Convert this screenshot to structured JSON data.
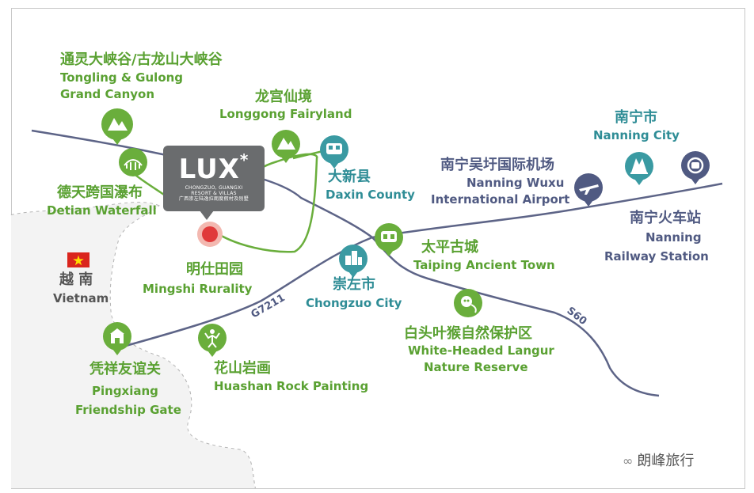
{
  "places": {
    "tongling": {
      "zh": "通灵大峡谷/古龙山大峡谷",
      "en1": "Tongling & Gulong",
      "en2": "Grand Canyon",
      "icon": "mountain-icon"
    },
    "longgong": {
      "zh": "龙宫仙境",
      "en": "Longgong Fairyland",
      "icon": "mountain-icon"
    },
    "daxin": {
      "zh": "大新县",
      "en": "Daxin County",
      "icon": "tram-icon"
    },
    "detian": {
      "zh": "德天跨国瀑布",
      "en": "Detian Waterfall",
      "icon": "waterfall-icon"
    },
    "mingshi": {
      "zh": "明仕田园",
      "en": "Mingshi Rurality"
    },
    "vietnam": {
      "zh": "越 南",
      "en": "Vietnam",
      "icon": "vietnam-flag-icon"
    },
    "taiping": {
      "zh": "太平古城",
      "en": "Taiping Ancient Town",
      "icon": "gate-icon"
    },
    "chongzuo": {
      "zh": "崇左市",
      "en": "Chongzuo City",
      "icon": "city-buildings-icon"
    },
    "airport": {
      "zh": "南宁吴圩国际机场",
      "en1": "Nanning Wuxu",
      "en2": "International Airport",
      "icon": "airplane-icon"
    },
    "nanning": {
      "zh": "南宁市",
      "en": "Nanning City",
      "icon": "landmark-icon"
    },
    "railway": {
      "zh": "南宁火车站",
      "en1": "Nanning",
      "en2": "Railway Station",
      "icon": "train-icon"
    },
    "langur": {
      "zh": "白头叶猴自然保护区",
      "en1": "White-Headed Langur",
      "en2": "Nature Reserve",
      "icon": "monkey-icon"
    },
    "huashan": {
      "zh": "花山岩画",
      "en": "Huashan Rock Painting",
      "icon": "rock-painting-icon"
    },
    "pingxiang": {
      "zh": "凭祥友谊关",
      "en1": "Pingxiang",
      "en2": "Friendship Gate",
      "icon": "gate-tower-icon"
    }
  },
  "roads": {
    "g7211": "G7211",
    "s60": "S60"
  },
  "resort": {
    "logo": "LUX",
    "star": "*",
    "line1": "CHONGZUO, GUANGXI",
    "line2": "RESORT & VILLAS",
    "line3": "广西崇左陆逸拉朗度假村及别墅"
  },
  "watermark": "朗峰旅行",
  "colors": {
    "green": "#6aae3c",
    "teal": "#3a9aa2",
    "slate": "#505a82",
    "road": "#5d6487",
    "border": "#b0b0b0",
    "marker": "#e03a3a"
  }
}
